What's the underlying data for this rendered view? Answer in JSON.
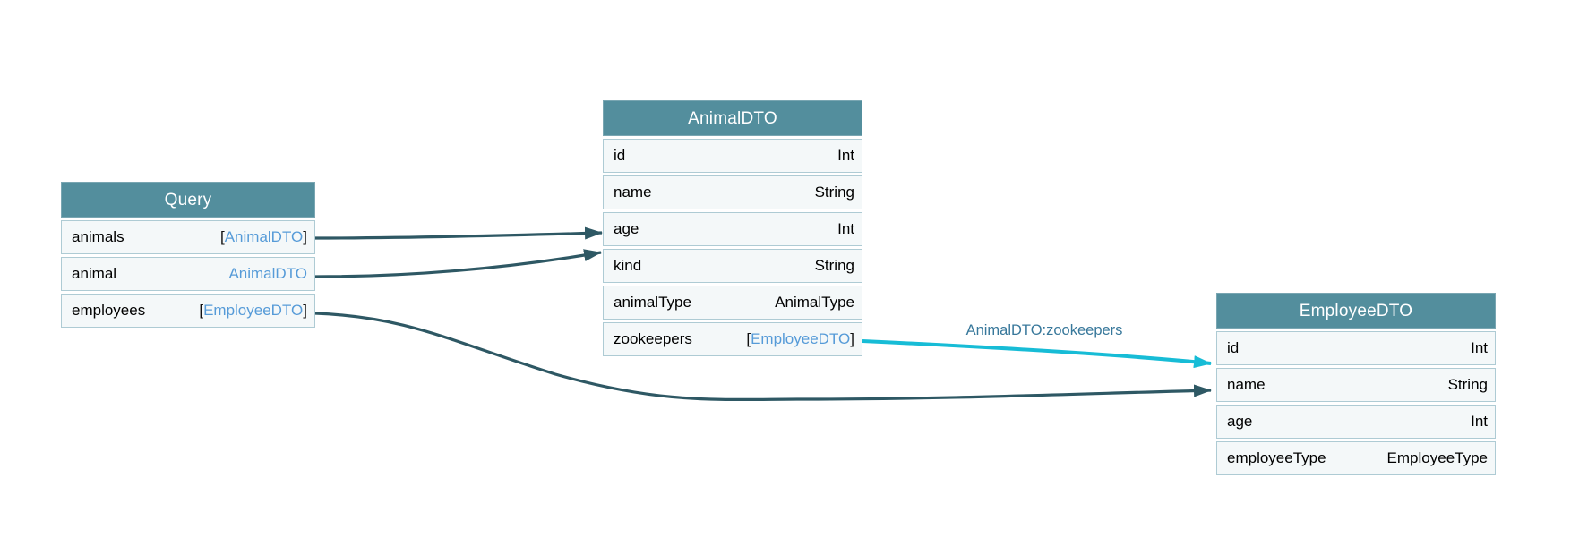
{
  "diagram": {
    "kind": "graphql-schema-graph",
    "colors": {
      "canvas_bg": "#ffffff",
      "header_bg": "#538e9d",
      "header_text": "#ffffff",
      "row_bg": "#f4f8f9",
      "row_border": "#aecbd4",
      "field_text": "#000000",
      "scalar_type_text": "#000000",
      "object_type_link": "#569bd8",
      "edge": "#2e5864",
      "edge_highlight": "#17bcd6",
      "edge_label_text": "#38789b"
    },
    "nodes": {
      "query": {
        "title": "Query",
        "fields": [
          {
            "name": "animals",
            "prefix": "[",
            "type": "AnimalDTO",
            "suffix": "]"
          },
          {
            "name": "animal",
            "prefix": "",
            "type": "AnimalDTO",
            "suffix": ""
          },
          {
            "name": "employees",
            "prefix": "[",
            "type": "EmployeeDTO",
            "suffix": "]"
          }
        ]
      },
      "animaldto": {
        "title": "AnimalDTO",
        "fields": [
          {
            "name": "id",
            "prefix": "",
            "type": "Int",
            "suffix": ""
          },
          {
            "name": "name",
            "prefix": "",
            "type": "String",
            "suffix": ""
          },
          {
            "name": "age",
            "prefix": "",
            "type": "Int",
            "suffix": ""
          },
          {
            "name": "kind",
            "prefix": "",
            "type": "String",
            "suffix": ""
          },
          {
            "name": "animalType",
            "prefix": "",
            "type": "AnimalType",
            "suffix": ""
          },
          {
            "name": "zookeepers",
            "prefix": "[",
            "type": "EmployeeDTO",
            "suffix": "]"
          }
        ]
      },
      "employeedto": {
        "title": "EmployeeDTO",
        "fields": [
          {
            "name": "id",
            "prefix": "",
            "type": "Int",
            "suffix": ""
          },
          {
            "name": "name",
            "prefix": "",
            "type": "String",
            "suffix": ""
          },
          {
            "name": "age",
            "prefix": "",
            "type": "Int",
            "suffix": ""
          },
          {
            "name": "employeeType",
            "prefix": "",
            "type": "EmployeeType",
            "suffix": ""
          }
        ]
      }
    },
    "edges": {
      "highlight_label": "AnimalDTO:zookeepers"
    }
  }
}
